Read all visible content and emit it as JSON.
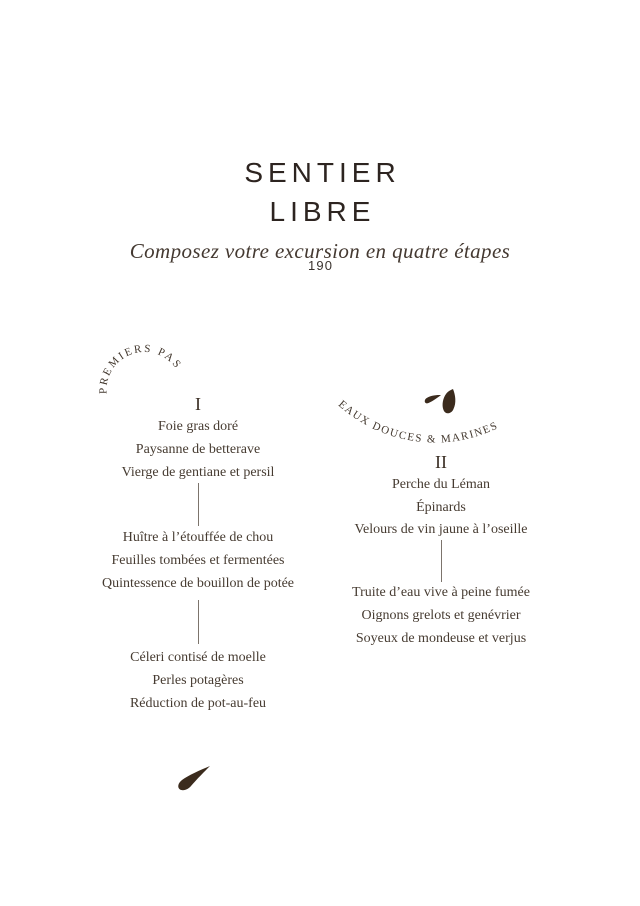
{
  "header": {
    "title_line1": "SENTIER",
    "title_line2": "LIBRE",
    "subtitle": "Composez votre excursion en quatre étapes",
    "price": "190"
  },
  "colors": {
    "background": "#ffffff",
    "title_text": "#2d2420",
    "body_text": "#463b31",
    "divider": "#7c746c",
    "leaf": "#3b2b1d"
  },
  "icons": {
    "left_column_footer": "seed-icon",
    "right_column_header_small": "leaf-small-icon",
    "right_column_header_large": "leaf-large-icon"
  },
  "sections": [
    {
      "arc_label": "PREMIERS PAS",
      "numeral": "I",
      "groups": [
        {
          "items": [
            "Foie gras doré",
            "Paysanne de betterave",
            "Vierge de gentiane et persil"
          ]
        },
        {
          "items": [
            "Huître à l’étouffée de chou",
            "Feuilles tombées et fermentées",
            "Quintessence de bouillon de potée"
          ]
        },
        {
          "items": [
            "Céleri contisé de moelle",
            "Perles potagères",
            "Réduction de pot-au-feu"
          ]
        }
      ]
    },
    {
      "arc_label": "EAUX DOUCES & MARINES",
      "numeral": "II",
      "groups": [
        {
          "items": [
            "Perche du Léman",
            "Épinards",
            "Velours de vin jaune à l’oseille"
          ]
        },
        {
          "items": [
            "Truite d’eau vive à peine fumée",
            "Oignons grelots et genévrier",
            "Soyeux de mondeuse et verjus"
          ]
        }
      ]
    }
  ]
}
